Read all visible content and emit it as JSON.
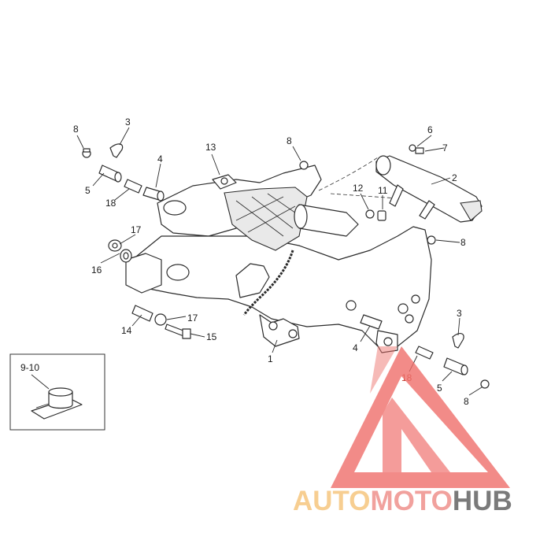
{
  "callouts": {
    "c1": "1",
    "c2": "2",
    "c3a": "3",
    "c3b": "3",
    "c4a": "4",
    "c4b": "4",
    "c5a": "5",
    "c5b": "5",
    "c6": "6",
    "c7": "7",
    "c8a": "8",
    "c8b": "8",
    "c8c": "8",
    "c8d": "8",
    "c11": "11",
    "c12": "12",
    "c13": "13",
    "c14": "14",
    "c15": "15",
    "c16": "16",
    "c17a": "17",
    "c17b": "17",
    "c18a": "18",
    "c18b": "18"
  },
  "inset": {
    "label": "9-10"
  },
  "watermark": {
    "part1": "AUTO",
    "part2": "MOTO",
    "part3": "HUB",
    "colors": {
      "auto": "#f6c376",
      "moto": "#ee8a85",
      "hub": "#5a5a5a",
      "triangle": "#ef6f6b"
    }
  }
}
